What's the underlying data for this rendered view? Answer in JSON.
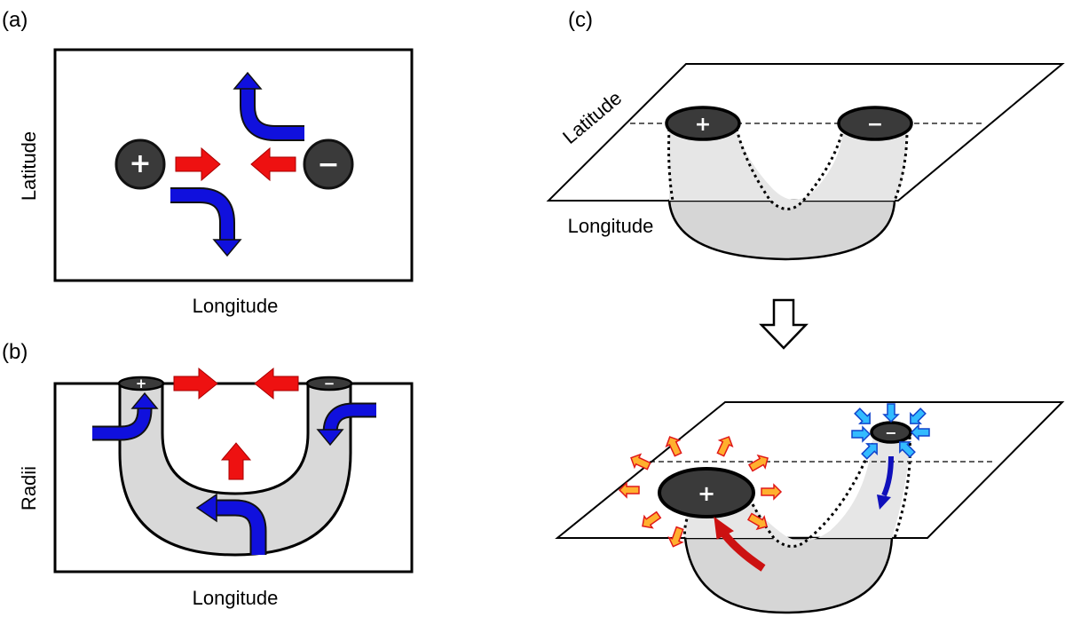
{
  "panels": {
    "a": {
      "tag": "(a)",
      "ylabel": "Latitude",
      "xlabel": "Longitude",
      "positive_symbol": "+",
      "negative_symbol": "−"
    },
    "b": {
      "tag": "(b)",
      "ylabel": "Radii",
      "xlabel": "Longitude",
      "positive_symbol": "+",
      "negative_symbol": "−"
    },
    "c": {
      "tag": "(c)",
      "top_ylabel": "Latitude",
      "top_xlabel": "Longitude",
      "positive_symbol": "+",
      "negative_symbol": "−"
    }
  },
  "colors": {
    "converging_flow": "#ee1111",
    "rotating_flow": "#1010dd",
    "tube_fill": "#d9d9d9",
    "spot_fill": "#3a3a3a",
    "expansion_arrow_fill": "#ffb02e",
    "expansion_arrow_stroke": "#e01818",
    "compression_arrow_fill": "#33bbff",
    "compression_arrow_stroke": "#1144cc"
  },
  "icons": {
    "transition": "hollow-down-arrow-icon"
  }
}
